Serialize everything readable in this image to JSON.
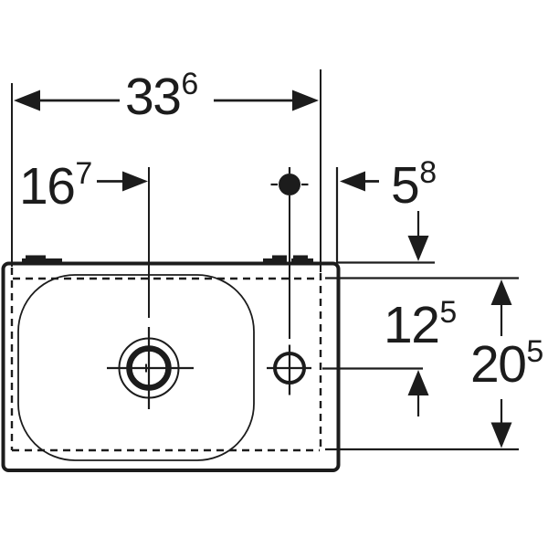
{
  "drawing": {
    "subject": "washbasin-top-view-dimension-drawing",
    "background_color": "#ffffff",
    "line_color": "#1c1c1c",
    "dims": {
      "total_width": {
        "value": "33",
        "sup": "6"
      },
      "drain_center_from_left": {
        "value": "16",
        "sup": "7"
      },
      "tap_hole_from_right_edge": {
        "value": "5",
        "sup": "8"
      },
      "tap_hole_from_rear_edge": {
        "value": "12",
        "sup": "5"
      },
      "total_depth": {
        "value": "20",
        "sup": "5"
      }
    }
  }
}
